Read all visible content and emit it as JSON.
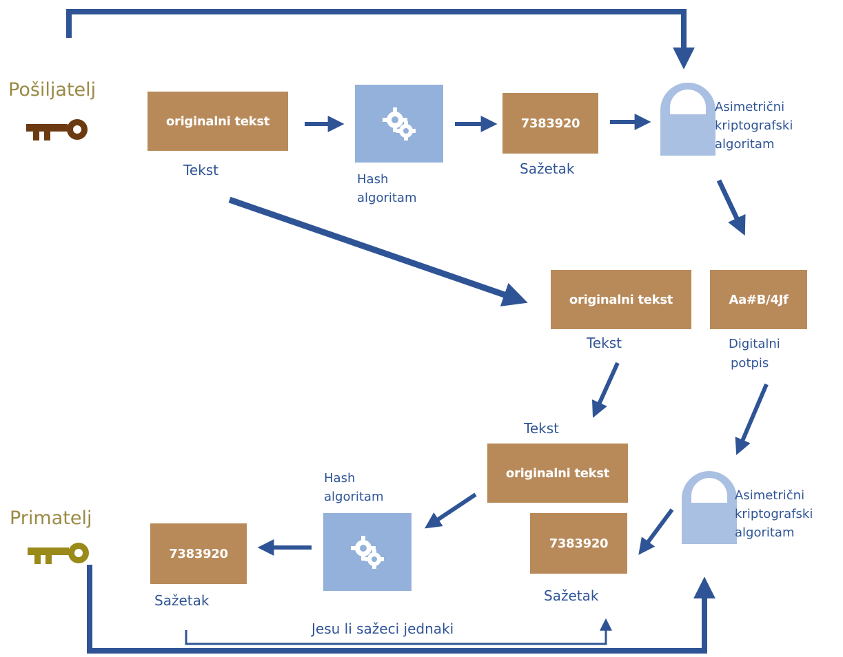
{
  "sender": {
    "label": "Pošiljatelj",
    "color": "#9A8A46",
    "key_icon": "key-icon",
    "key_color": "#6B3A10"
  },
  "receiver": {
    "label": "Primatelj",
    "color": "#9A8A46",
    "key_icon": "key-icon",
    "key_color": "#9A8A1A"
  },
  "top_row": {
    "text_box": "originalni tekst",
    "text_caption": "Tekst",
    "hash_caption_line1": "Hash",
    "hash_caption_line2": "algoritam",
    "digest_box": "7383920",
    "digest_caption": "Sažetak",
    "lock_caption_line1": "Asimetrični",
    "lock_caption_line2": "kriptografski",
    "lock_caption_line3": "algoritam"
  },
  "middle_row": {
    "text_box": "originalni tekst",
    "text_caption": "Tekst",
    "signature_box": "Aa#B/4Jf",
    "signature_caption_line1": "Digitalni",
    "signature_caption_line2": "potpis"
  },
  "bottom_row": {
    "text_label": "Tekst",
    "text_box": "originalni tekst",
    "hash_caption_line1": "Hash",
    "hash_caption_line2": "algoritam",
    "left_digest_box": "7383920",
    "left_digest_caption": "Sažetak",
    "right_digest_box": "7383920",
    "right_digest_caption": "Sažetak",
    "lock_caption_line1": "Asimetrični",
    "lock_caption_line2": "kriptografski",
    "lock_caption_line3": "algoritam",
    "compare_label": "Jesu li sažeci jednaki"
  },
  "colors": {
    "arrow": "#2F5496",
    "box": "#B88A5A",
    "gear_box": "#93B1DA",
    "lock": "#A9C0E2",
    "caption": "#2F5496"
  },
  "icons": [
    "key-icon",
    "gear-icon",
    "lock-icon"
  ]
}
